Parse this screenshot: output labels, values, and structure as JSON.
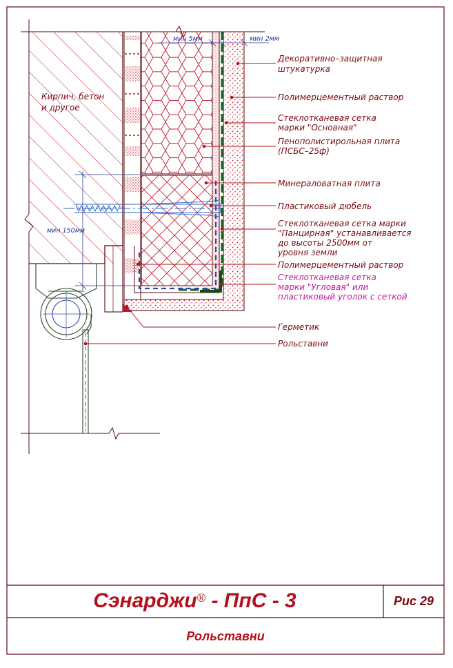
{
  "colors": {
    "frame": "#5a0a10",
    "hatch": "#c01826",
    "leader": "#b2121d",
    "label": "#7a0a10",
    "label_magenta": "#c2189a",
    "dimension": "#2a3a9a",
    "foam_cells": "#c01826",
    "render_dots": "#d01828",
    "mesh_green": "#1a6a2a",
    "mesh_blue": "#2a4aa8",
    "dowel": "#2a66c8"
  },
  "drawing": {
    "labels": {
      "substrate": [
        "Кирпич, бетон",
        "и другое"
      ],
      "render": [
        "Декоративно–защитная",
        "штукатурка"
      ],
      "mortar_top": [
        "Полимерцементный раствор"
      ],
      "mesh_basic": [
        "Стеклотканевая сетка",
        "марки \"Основная\""
      ],
      "eps_board": [
        "Пенополистирольная плита",
        "(ПСБС–25ф)"
      ],
      "mineral_wool": [
        "Минераловатная плита"
      ],
      "dowel": [
        "Пластиковый дюбель"
      ],
      "mesh_armored": [
        "Стеклотканевая сетка марки",
        "\"Панцирная\" устанавливается",
        "до высоты 2500мм от",
        "уровня земли"
      ],
      "mortar_bottom": [
        "Полимерцементный раствор"
      ],
      "mesh_corner": [
        "Стеклотканевая сетка",
        "марки \"Угловая\" или",
        "пластиковый уголок с сеткой"
      ],
      "sealant": [
        "Герметик"
      ],
      "shutters": [
        "Рольставни"
      ]
    },
    "dimensions": {
      "min_5": "мин 5мм",
      "min_2": "мин 2мм",
      "min_150": "мин 150мм"
    }
  },
  "footer": {
    "brand": "Сэнарджи",
    "registered": "®",
    "code": " - ПпС - 3",
    "figure": "Рис 29",
    "subtitle": "Рольставни"
  }
}
